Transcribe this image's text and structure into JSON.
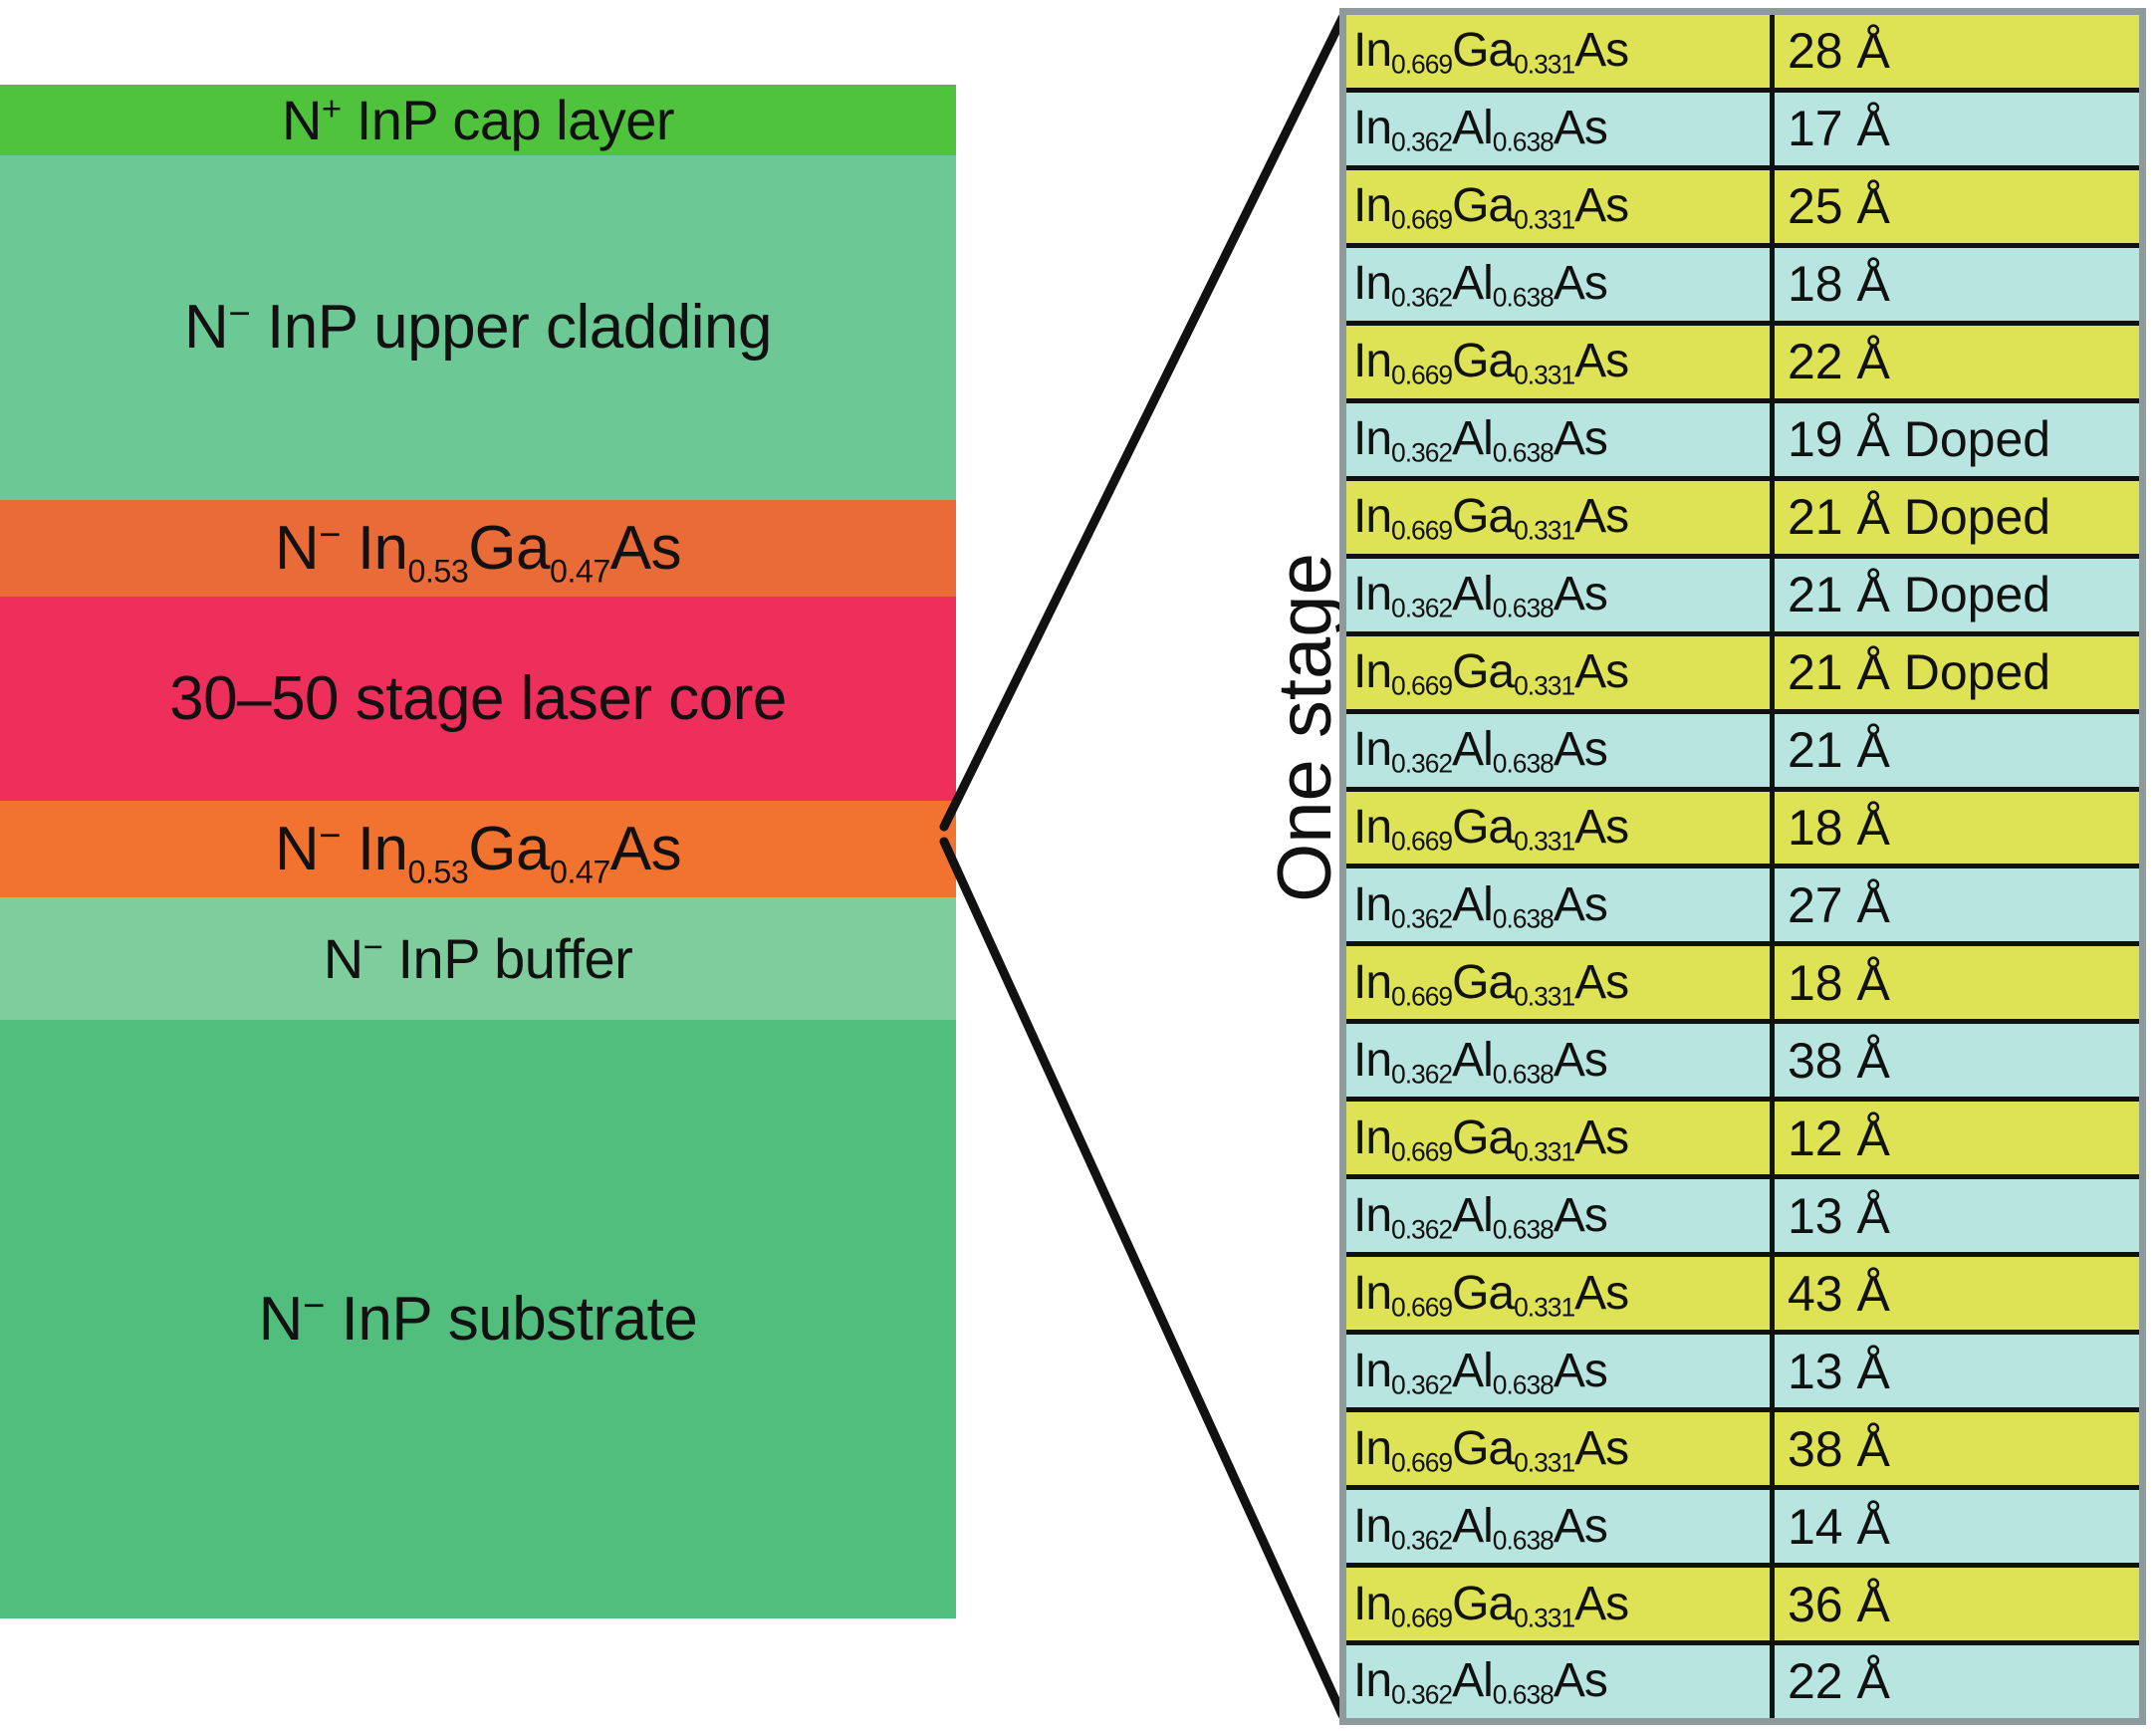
{
  "epi_stack": {
    "layers": [
      {
        "name": "cap",
        "label_html": "N<sup>+</sup> InP cap layer",
        "label_text": "N+ InP cap layer",
        "color": "#4fc33c",
        "height_pct": 4.6
      },
      {
        "name": "cladding",
        "label_html": "N<sup>−</sup> InP upper cladding",
        "label_text": "N− InP upper cladding",
        "color": "#6cc894",
        "height_pct": 22.5
      },
      {
        "name": "ingaas-top",
        "label_html": "N<sup>−</sup> In<sub>0.53</sub>Ga<sub>0.47</sub>As",
        "label_text": "N− In0.53Ga0.47As",
        "color": "#e96b38",
        "height_pct": 6.3
      },
      {
        "name": "laser-core",
        "label_html": "30–50 stage laser core",
        "label_text": "30–50 stage laser core",
        "color": "#ee2e5b",
        "height_pct": 13.3
      },
      {
        "name": "ingaas-bot",
        "label_html": "N<sup>−</sup> In<sub>0.53</sub>Ga<sub>0.47</sub>As",
        "label_text": "N− In0.53Ga0.47As",
        "color": "#f2722f",
        "height_pct": 6.3
      },
      {
        "name": "buffer",
        "label_html": "N<sup>−</sup> InP buffer",
        "label_text": "N− InP buffer",
        "color": "#7fcd9d",
        "height_pct": 8.0
      },
      {
        "name": "substrate",
        "label_html": "N<sup>−</sup> InP substrate",
        "label_text": "N− InP substrate",
        "color": "#52be7e",
        "height_pct": 39.0
      }
    ]
  },
  "annotation": {
    "one_stage_label": "One stage"
  },
  "stage_table": {
    "materials": {
      "ingaas": "In<sub>0.669</sub>Ga<sub>0.331</sub>As",
      "inalas": "In<sub>0.362</sub>Al<sub>0.638</sub>As"
    },
    "colors": {
      "ingaas": "#dee356",
      "inalas": "#b9e5e0",
      "border": "#111111",
      "frame": "#8e9a9c"
    },
    "rows": [
      {
        "type": "ingaas",
        "material": "In<sub>0.669</sub>Ga<sub>0.331</sub>As",
        "thickness": "28 Å"
      },
      {
        "type": "inalas",
        "material": "In<sub>0.362</sub>Al<sub>0.638</sub>As",
        "thickness": "17 Å"
      },
      {
        "type": "ingaas",
        "material": "In<sub>0.669</sub>Ga<sub>0.331</sub>As",
        "thickness": "25 Å"
      },
      {
        "type": "inalas",
        "material": "In<sub>0.362</sub>Al<sub>0.638</sub>As",
        "thickness": "18 Å"
      },
      {
        "type": "ingaas",
        "material": "In<sub>0.669</sub>Ga<sub>0.331</sub>As",
        "thickness": "22 Å"
      },
      {
        "type": "inalas",
        "material": "In<sub>0.362</sub>Al<sub>0.638</sub>As",
        "thickness": "19 Å Doped"
      },
      {
        "type": "ingaas",
        "material": "In<sub>0.669</sub>Ga<sub>0.331</sub>As",
        "thickness": "21 Å Doped"
      },
      {
        "type": "inalas",
        "material": "In<sub>0.362</sub>Al<sub>0.638</sub>As",
        "thickness": "21 Å Doped"
      },
      {
        "type": "ingaas",
        "material": "In<sub>0.669</sub>Ga<sub>0.331</sub>As",
        "thickness": "21 Å Doped"
      },
      {
        "type": "inalas",
        "material": "In<sub>0.362</sub>Al<sub>0.638</sub>As",
        "thickness": "21 Å"
      },
      {
        "type": "ingaas",
        "material": "In<sub>0.669</sub>Ga<sub>0.331</sub>As",
        "thickness": "18 Å"
      },
      {
        "type": "inalas",
        "material": "In<sub>0.362</sub>Al<sub>0.638</sub>As",
        "thickness": "27 Å"
      },
      {
        "type": "ingaas",
        "material": "In<sub>0.669</sub>Ga<sub>0.331</sub>As",
        "thickness": "18 Å"
      },
      {
        "type": "inalas",
        "material": "In<sub>0.362</sub>Al<sub>0.638</sub>As",
        "thickness": "38 Å"
      },
      {
        "type": "ingaas",
        "material": "In<sub>0.669</sub>Ga<sub>0.331</sub>As",
        "thickness": "12 Å"
      },
      {
        "type": "inalas",
        "material": "In<sub>0.362</sub>Al<sub>0.638</sub>As",
        "thickness": "13 Å"
      },
      {
        "type": "ingaas",
        "material": "In<sub>0.669</sub>Ga<sub>0.331</sub>As",
        "thickness": "43 Å"
      },
      {
        "type": "inalas",
        "material": "In<sub>0.362</sub>Al<sub>0.638</sub>As",
        "thickness": "13 Å"
      },
      {
        "type": "ingaas",
        "material": "In<sub>0.669</sub>Ga<sub>0.331</sub>As",
        "thickness": "38 Å"
      },
      {
        "type": "inalas",
        "material": "In<sub>0.362</sub>Al<sub>0.638</sub>As",
        "thickness": "14 Å"
      },
      {
        "type": "ingaas",
        "material": "In<sub>0.669</sub>Ga<sub>0.331</sub>As",
        "thickness": "36 Å"
      },
      {
        "type": "inalas",
        "material": "In<sub>0.362</sub>Al<sub>0.638</sub>As",
        "thickness": "22 Å"
      }
    ]
  }
}
